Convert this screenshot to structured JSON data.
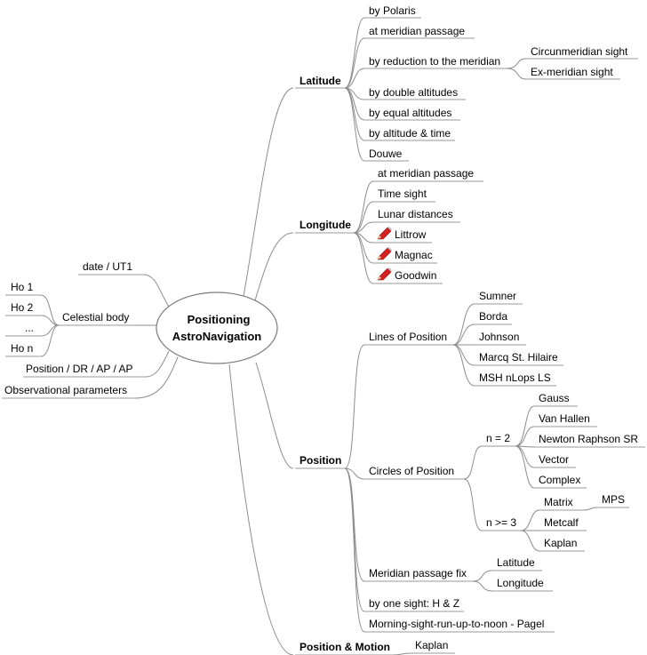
{
  "center": {
    "line1": "Positioning",
    "line2": "AstroNavigation"
  },
  "left": {
    "date": "date / UT1",
    "celestial_body": "Celestial body",
    "ho": [
      "Ho 1",
      "Ho 2",
      "...",
      "Ho n"
    ],
    "position_dr": "Position / DR / AP / AP",
    "observational": "Observational parameters"
  },
  "latitude": {
    "label": "Latitude",
    "items": [
      "by Polaris",
      "at meridian passage",
      "by reduction to the meridian",
      "by double altitudes",
      "by equal altitudes",
      "by altitude & time",
      "Douwe"
    ],
    "reduction_children": [
      "Circunmeridian sight",
      "Ex-meridian sight"
    ]
  },
  "longitude": {
    "label": "Longitude",
    "items": [
      "at meridian passage",
      "Time sight",
      "Lunar distances",
      "Littrow",
      "Magnac",
      "Goodwin"
    ],
    "pencil_icon": "pencil-icon"
  },
  "position": {
    "label": "Position",
    "lop": {
      "label": "Lines of Position",
      "items": [
        "Sumner",
        "Borda",
        "Johnson",
        "Marcq St. Hilaire",
        "MSH nLops LS"
      ]
    },
    "cop": {
      "label": "Circles of Position",
      "n2": {
        "label": "n = 2",
        "items": [
          "Gauss",
          "Van Hallen",
          "Newton Raphson SR",
          "Vector",
          "Complex"
        ]
      },
      "n3": {
        "label": "n >= 3",
        "matrix": "Matrix",
        "mps": "MPS",
        "items": [
          "Metcalf",
          "Kaplan"
        ]
      }
    },
    "meridian_fix": {
      "label": "Meridian passage fix",
      "items": [
        "Latitude",
        "Longitude"
      ]
    },
    "one_sight": "by one sight: H & Z",
    "pagel": "Morning-sight-run-up-to-noon - Pagel"
  },
  "motion": {
    "label": "Position & Motion",
    "kaplan": "Kaplan"
  },
  "colors": {
    "line": "#8c8c8c",
    "pencil": "#d42020"
  }
}
